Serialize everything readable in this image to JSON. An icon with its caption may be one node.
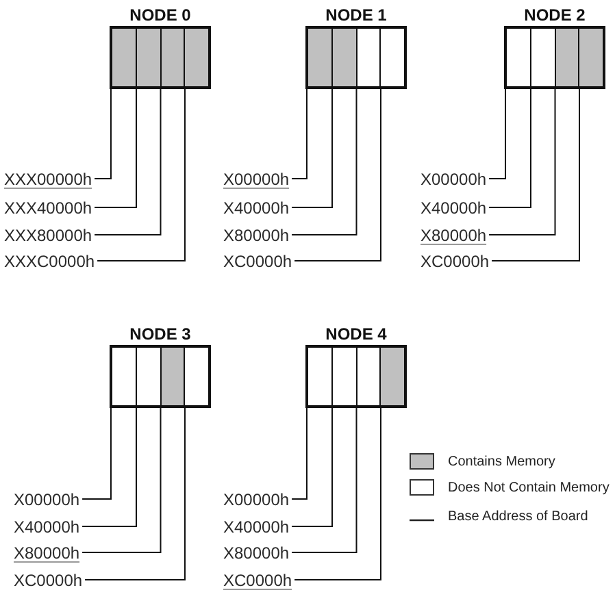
{
  "diagram": {
    "nodes": [
      {
        "text": [
          "NODE 0"
        ]
      },
      {
        "text": [],
        "shape": "box",
        "in": 0
      },
      {
        "text": [],
        "shape": "box",
        "in": 0
      },
      {
        "text": [],
        "shape": "box",
        "in": 0
      },
      {
        "text": [],
        "shape": "box",
        "in": 0
      },
      {
        "text": [
          "XXX00000h"
        ]
      },
      {
        "text": [
          "XXX40000h"
        ]
      },
      {
        "text": [
          "XXX80000h"
        ]
      },
      {
        "text": [
          "XXXC0000h"
        ]
      },
      {
        "text": [
          "NODE 1"
        ]
      },
      {
        "text": [],
        "shape": "box",
        "in": 9
      },
      {
        "text": [],
        "shape": "box",
        "in": 9
      },
      {
        "text": [],
        "shape": "box",
        "in": 9
      },
      {
        "text": [],
        "shape": "box",
        "in": 9
      },
      {
        "text": [
          "X00000h"
        ]
      },
      {
        "text": [
          "X40000h"
        ]
      },
      {
        "text": [
          "X80000h"
        ]
      },
      {
        "text": [
          "XC0000h"
        ]
      },
      {
        "text": [
          "NODE 2"
        ]
      },
      {
        "text": [],
        "shape": "box",
        "in": 18
      },
      {
        "text": [],
        "shape": "box",
        "in": 18
      },
      {
        "text": [],
        "shape": "box",
        "in": 18
      },
      {
        "text": [],
        "shape": "box",
        "in": 18
      },
      {
        "text": [
          "X00000h"
        ]
      },
      {
        "text": [
          "X40000h"
        ]
      },
      {
        "text": [
          "X80000h"
        ]
      },
      {
        "text": [
          "XC0000h"
        ]
      },
      {
        "text": [
          "NODE 3"
        ]
      },
      {
        "text": [],
        "shape": "box",
        "in": 27
      },
      {
        "text": [],
        "shape": "box",
        "in": 27
      },
      {
        "text": [],
        "shape": "box",
        "in": 27
      },
      {
        "text": [],
        "shape": "box",
        "in": 27
      },
      {
        "text": [
          "X00000h"
        ]
      },
      {
        "text": [
          "X40000h"
        ]
      },
      {
        "text": [
          "X80000h"
        ]
      },
      {
        "text": [
          "XC0000h"
        ]
      },
      {
        "text": [
          "NODE 4"
        ]
      },
      {
        "text": [],
        "shape": "box",
        "in": 36
      },
      {
        "text": [],
        "shape": "box",
        "in": 36
      },
      {
        "text": [],
        "shape": "box",
        "in": 36
      },
      {
        "text": [],
        "shape": "box",
        "in": 36
      },
      {
        "text": [
          "X00000h"
        ]
      },
      {
        "text": [
          "X40000h"
        ]
      },
      {
        "text": [
          "X80000h"
        ]
      },
      {
        "text": [
          "XC0000h"
        ]
      }
    ],
    "edges": [
      {
        "from": 5,
        "to": 1,
        "arrow": "none"
      },
      {
        "from": 6,
        "to": 2,
        "arrow": "none"
      },
      {
        "from": 7,
        "to": 3,
        "arrow": "none"
      },
      {
        "from": 8,
        "to": 4,
        "arrow": "none"
      },
      {
        "from": 14,
        "to": 10,
        "arrow": "none"
      },
      {
        "from": 15,
        "to": 11,
        "arrow": "none"
      },
      {
        "from": 16,
        "to": 12,
        "arrow": "none"
      },
      {
        "from": 17,
        "to": 13,
        "arrow": "none"
      },
      {
        "from": 23,
        "to": 19,
        "arrow": "none"
      },
      {
        "from": 24,
        "to": 20,
        "arrow": "none"
      },
      {
        "from": 25,
        "to": 21,
        "arrow": "none"
      },
      {
        "from": 26,
        "to": 22,
        "arrow": "none"
      },
      {
        "from": 32,
        "to": 28,
        "arrow": "none"
      },
      {
        "from": 33,
        "to": 29,
        "arrow": "none"
      },
      {
        "from": 34,
        "to": 30,
        "arrow": "none"
      },
      {
        "from": 35,
        "to": 31,
        "arrow": "none"
      },
      {
        "from": 41,
        "to": 37,
        "arrow": "none"
      },
      {
        "from": 42,
        "to": 38,
        "arrow": "none"
      },
      {
        "from": 43,
        "to": 39,
        "arrow": "none"
      },
      {
        "from": 44,
        "to": 40,
        "arrow": "none"
      }
    ],
    "legend": [
      {
        "text": "Contains Memory",
        "color": "#c0c0c0"
      },
      {
        "text": "Does Not Contain Memory",
        "color": "#ffffff"
      },
      {
        "text": "Base Address of Board"
      }
    ]
  }
}
